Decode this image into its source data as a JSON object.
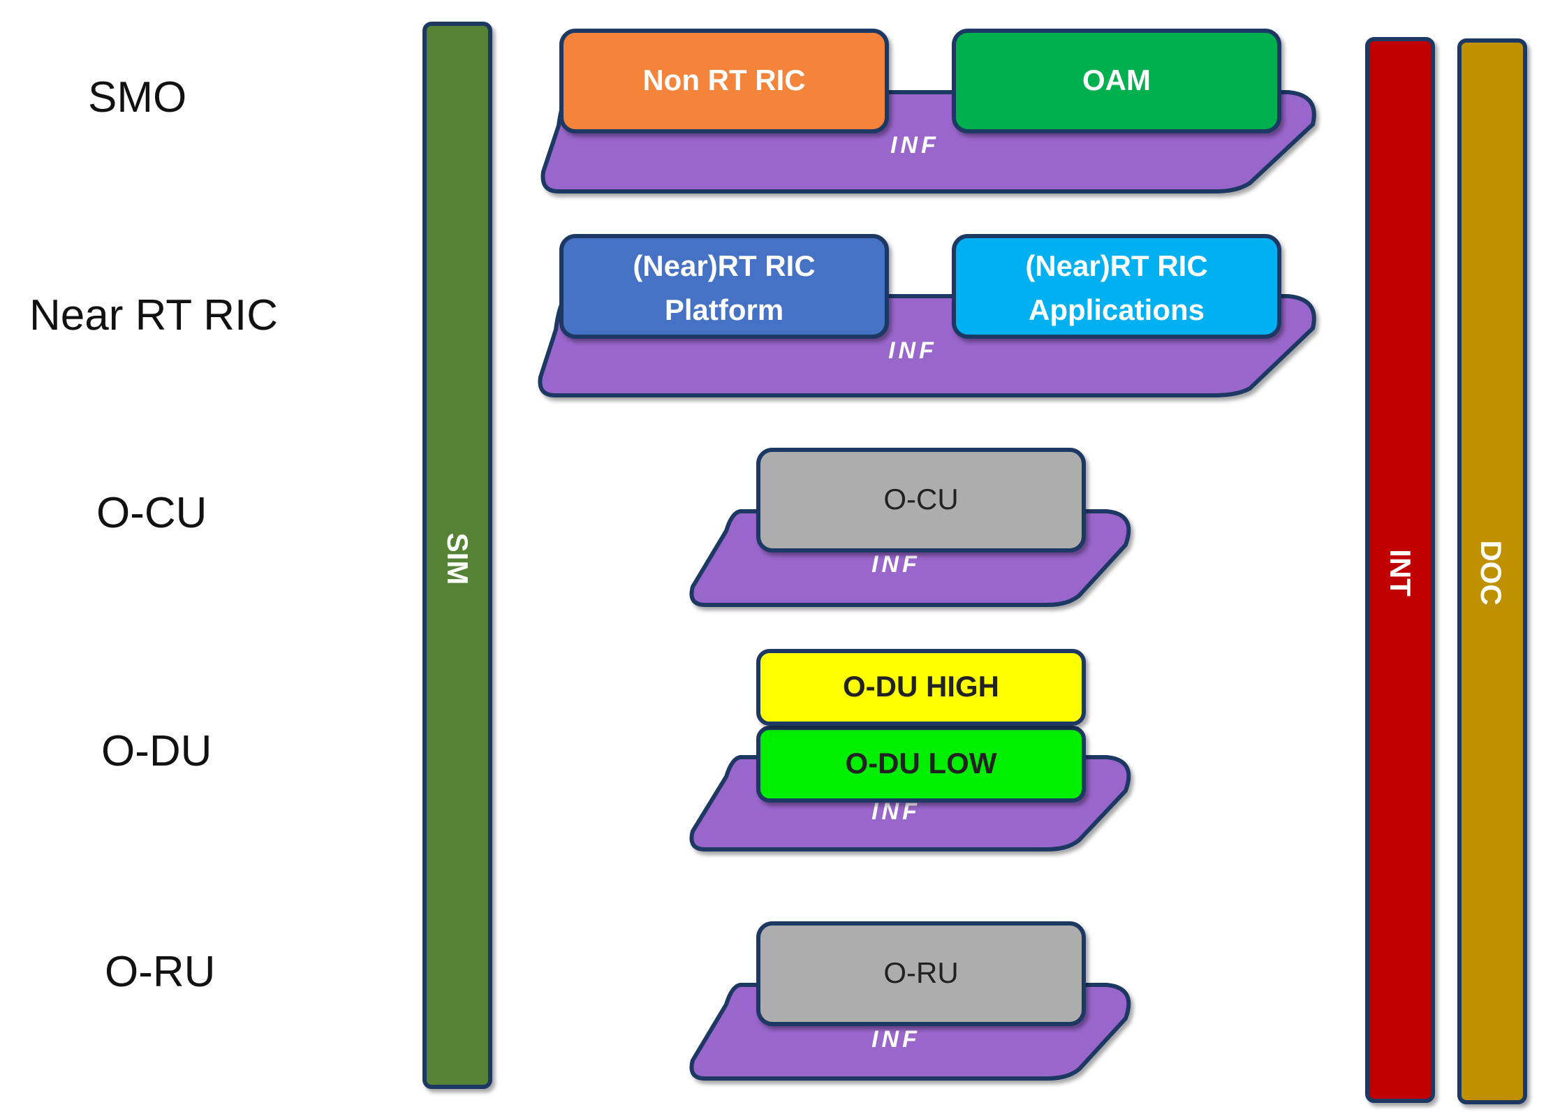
{
  "row_labels": {
    "smo": "SMO",
    "near_rt_ric": "Near RT RIC",
    "o_cu": "O-CU",
    "o_du": "O-DU",
    "o_ru": "O-RU"
  },
  "vertical_bars": {
    "sim": "SIM",
    "int": "INT",
    "doc": "DOC"
  },
  "platform_label": "INF",
  "boxes": {
    "non_rt_ric": "Non RT RIC",
    "oam": "OAM",
    "near_rt_ric_platform_line1": "(Near)RT RIC",
    "near_rt_ric_platform_line2": "Platform",
    "near_rt_ric_apps_line1": "(Near)RT RIC",
    "near_rt_ric_apps_line2": "Applications",
    "o_cu": "O-CU",
    "o_du_high": "O-DU HIGH",
    "o_du_low": "O-DU LOW",
    "o_ru": "O-RU"
  },
  "colors": {
    "sim_bar": "#548235",
    "int_bar": "#C00000",
    "doc_bar": "#BF9000",
    "inf_platform": "#9966CC",
    "non_rt_ric": "#F4843A",
    "oam": "#00B050",
    "platform_box": "#4472C4",
    "apps_box": "#00B0F0",
    "grey_box": "#ADADAD",
    "o_du_high": "#FFFF00",
    "o_du_low": "#00EE00",
    "outline": "#1F3864"
  }
}
